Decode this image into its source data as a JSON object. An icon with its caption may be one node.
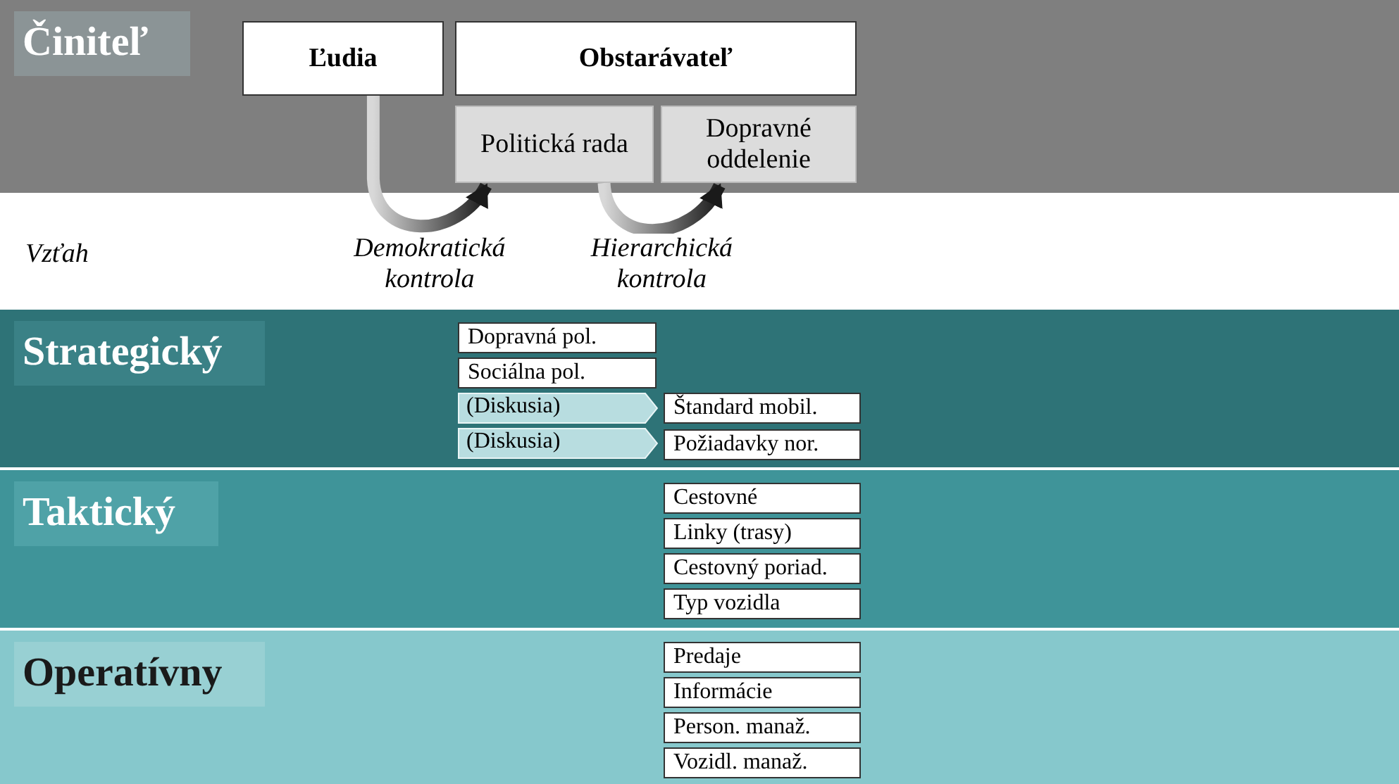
{
  "diagram": {
    "nodes": [
      {
        "text": [
          "Činiteľ"
        ]
      },
      {
        "text": [
          "Ľudia"
        ],
        "in": 0
      },
      {
        "text": [
          "Obstarávateľ"
        ],
        "in": 0
      },
      {
        "text": [
          "Politická rada"
        ],
        "in": 0
      },
      {
        "text": [
          "Dopravné oddelenie"
        ],
        "in": 0
      },
      {
        "text": [
          "Strategický"
        ]
      },
      {
        "text": [
          "Dopravná pol."
        ],
        "in": 5
      },
      {
        "text": [
          "Sociálna pol."
        ],
        "in": 5
      },
      {
        "text": [
          "(Diskusia)"
        ],
        "in": 5
      },
      {
        "text": [
          "(Diskusia)"
        ],
        "in": 5
      },
      {
        "text": [
          "Štandard mobil."
        ],
        "in": 5
      },
      {
        "text": [
          "Požiadavky nor."
        ],
        "in": 5
      },
      {
        "text": [
          "Taktický"
        ]
      },
      {
        "text": [
          "Cestovné"
        ],
        "in": 12
      },
      {
        "text": [
          "Linky (trasy)"
        ],
        "in": 12
      },
      {
        "text": [
          "Cestovný poriad."
        ],
        "in": 12
      },
      {
        "text": [
          "Typ vozidla"
        ],
        "in": 12
      },
      {
        "text": [
          "Operatívny"
        ]
      },
      {
        "text": [
          "Predaje"
        ],
        "in": 17
      },
      {
        "text": [
          "Informácie"
        ],
        "in": 17
      },
      {
        "text": [
          "Person. manaž."
        ],
        "in": 17
      },
      {
        "text": [
          "Vozidl. manaž."
        ],
        "in": 17
      }
    ],
    "edges": [
      {
        "from": 1,
        "to": 3,
        "arrow": "to",
        "label": "Demokratická kontrola"
      },
      {
        "from": 3,
        "to": 4,
        "arrow": "to",
        "label": "Hierarchická kontrola"
      }
    ],
    "labels": [
      "Vzťah"
    ]
  }
}
